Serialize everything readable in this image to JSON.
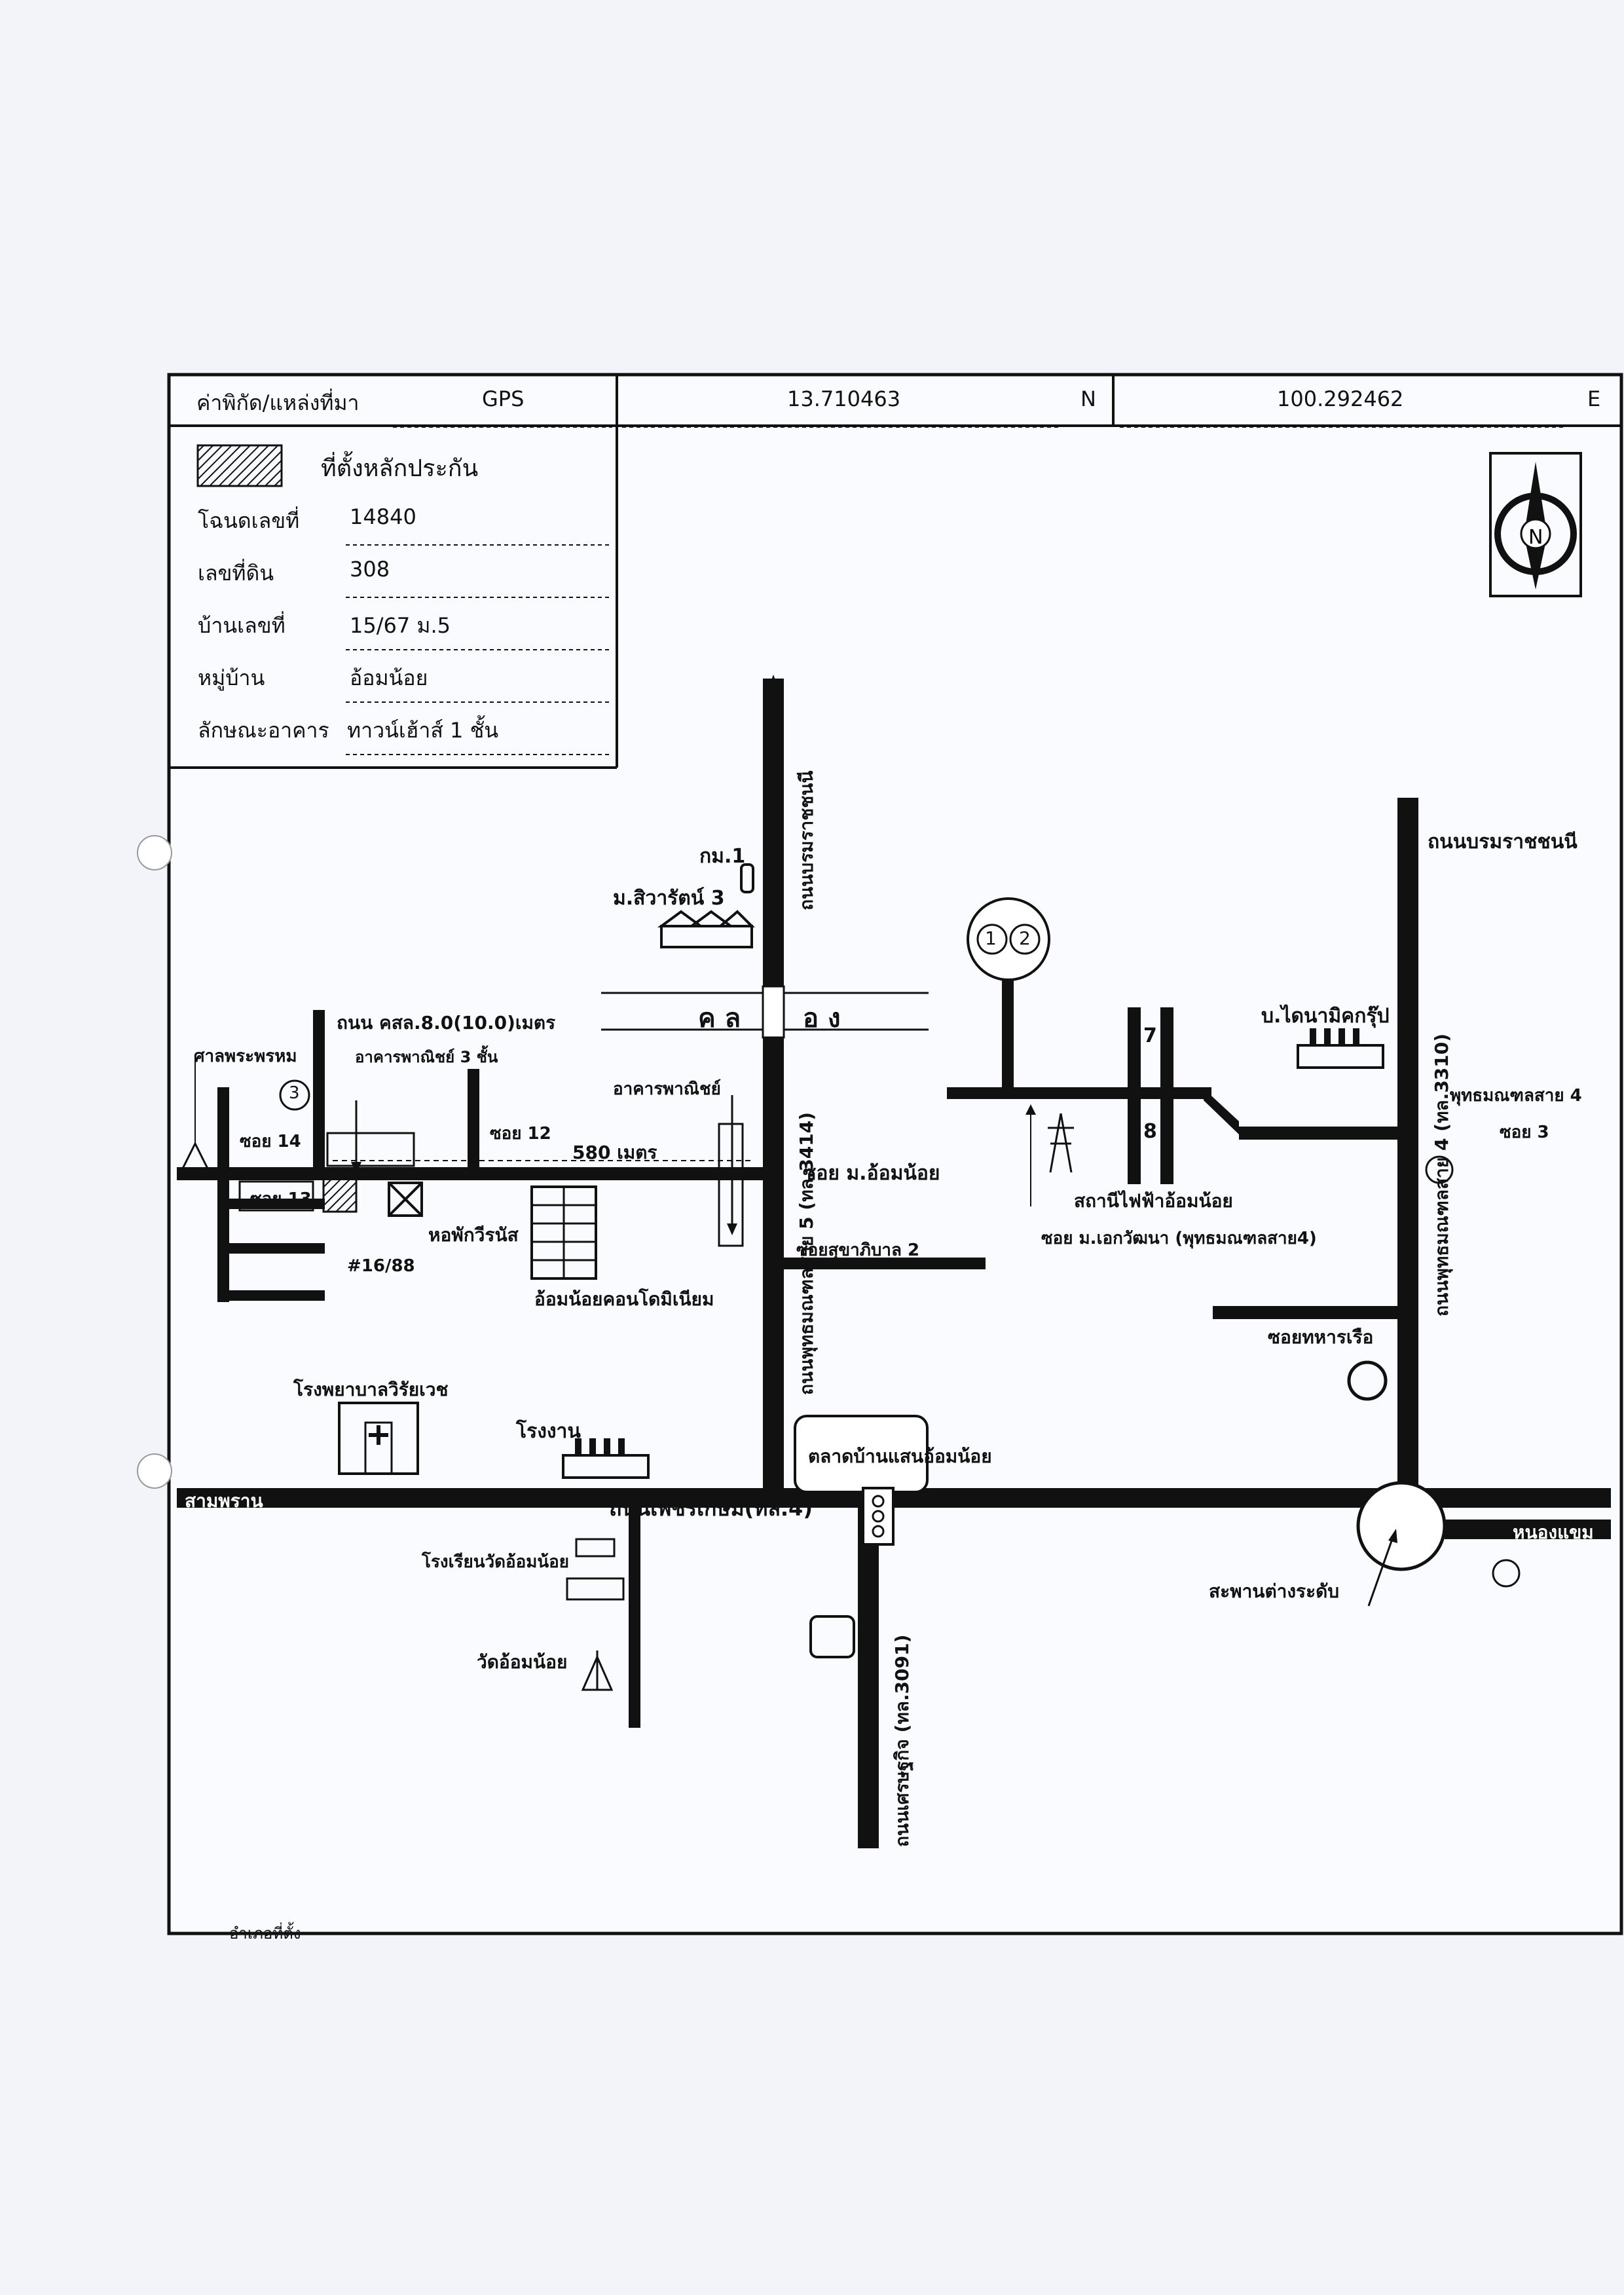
{
  "header": {
    "coord_label": "ค่าพิกัด/แหล่งที่มา",
    "source": "GPS",
    "latitude": "13.710463",
    "lat_hemisphere": "N",
    "longitude": "100.292462",
    "lon_hemisphere": "E"
  },
  "info": {
    "legend_text": "ที่ตั้งหลักประกัน",
    "rows": [
      {
        "label": "โฉนดเลขที่",
        "value": "14840"
      },
      {
        "label": "เลขที่ดิน",
        "value": "308"
      },
      {
        "label": "บ้านเลขที่",
        "value": "15/67 ม.5"
      },
      {
        "label": "หมู่บ้าน",
        "value": "อ้อมน้อย"
      },
      {
        "label": "ลักษณะอาคาร",
        "value": "ทาวน์เฮ้าส์ 1 ชั้น"
      }
    ]
  },
  "compass": {
    "letter": "N",
    "icon": "north-arrow-icon"
  },
  "map": {
    "labels": {
      "borom_ratchachonnani": "ถนนบรมราชชนนี",
      "km1": "กม.1",
      "siwarat3": "ม.สิวารัตน์ 3",
      "circle_12_a": "1",
      "circle_12_b": "2",
      "klong_1": "ค ล",
      "klong_2": "อ ง",
      "dynamic_group": "บ.ไดนามิคกรุ๊ป",
      "phutthamonthon4_soi3_a": "พุทธมณฑลสาย 4",
      "phutthamonthon4_soi3_b": "ซอย 3",
      "sala": "ศาลพระพรหม",
      "road_ksl": "ถนน คสล.8.0(10.0)เมตร",
      "commercial3": "อาคารพาณิชย์ 3 ชั้น",
      "circle_3": "3",
      "commercial": "อาคารพาณิชย์",
      "soi14": "ซอย 14",
      "soi12": "ซอย 12",
      "distance": "580 เมตร",
      "soi_om_noi": "ซอย ม.อ้อมน้อย",
      "soi13": "ซอย 13",
      "dorm": "หอพักวีรนัส",
      "house_no": "#16/88",
      "condo": "อ้อมน้อยคอนโดมิเนียม",
      "soi_sukhaphiban2": "ซอยสุขาภิบาล 2",
      "power_station": "สถานีไฟฟ้าอ้อมน้อย",
      "soi_ekawatthana": "ซอย ม.เอกวัฒนา (พุทธมณฑลสาย4)",
      "soi_navy": "ซอยทหารเรือ",
      "hospital": "โรงพยาบาลวิรัยเวช",
      "factory": "โรงงาน",
      "market": "ตลาดบ้านแสนอ้อมน้อย",
      "sam_phran": "สามพราน",
      "phetkasem": "ถนนเพชรเกษม(ทล.4)",
      "nong_khaem": "หนองแขม",
      "school": "โรงเรียนวัดอ้อมน้อย",
      "temple": "วัดอ้อมน้อย",
      "overpass": "สะพานต่างระดับ",
      "road_3414": "ถนนพุทธมณฑลสาย 5 (ทล.3414)",
      "road_3310": "ถนนพุทธมณฑลสาย 4 (ทล.3310)",
      "road_3091": "ถนนเศรษฐกิจ (ทล.3091)",
      "road_top_v": "ถนนบรมราชชนนี",
      "side_road_a": "7",
      "side_road_b": "8",
      "footer_note": "อำเภอที่ตั้ง"
    }
  },
  "colors": {
    "road": "#111111",
    "paper": "#f3f4fa",
    "ink": "#111111"
  }
}
